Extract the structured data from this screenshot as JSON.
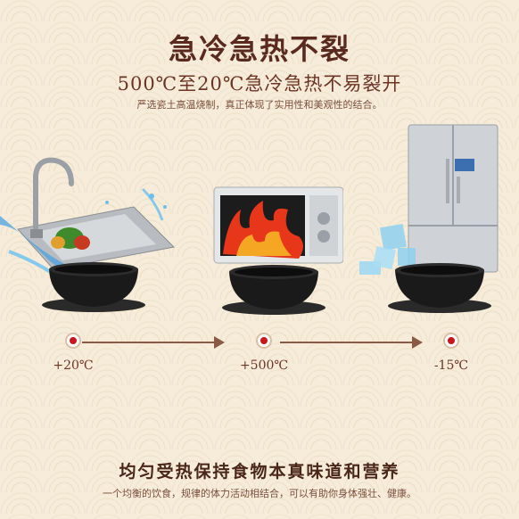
{
  "header": {
    "headline": "急冷急热不裂",
    "subheadline": "500℃至20℃急冷急热不易裂开",
    "description": "严选瓷土高温烧制，真正体现了实用性和美观性的结合。"
  },
  "timeline": {
    "temperatures": [
      "+20℃",
      "+500℃",
      "-15℃"
    ]
  },
  "footer": {
    "title": "均匀受热保持食物本真味道和营养",
    "description": "一个均衡的饮食，规律的体力活动相结合，可以有助你身体强壮、健康。"
  },
  "colors": {
    "accent_red": "#c8161d",
    "heading_brown": "#5a2a1e",
    "background": "#f6ecd9"
  }
}
